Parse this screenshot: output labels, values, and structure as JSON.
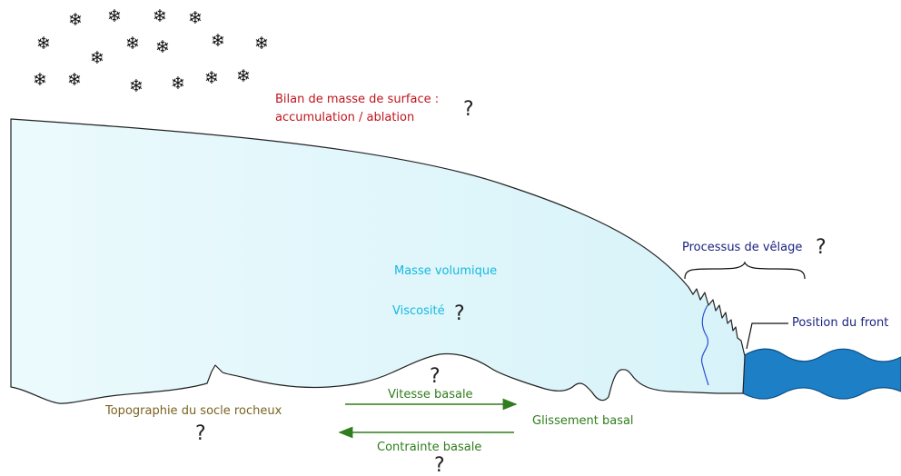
{
  "labels": {
    "surface_mass_balance_line1": "Bilan de masse de surface :",
    "surface_mass_balance_line2": "accumulation / ablation",
    "calving": "Processus de vêlage",
    "front_position": "Position du front",
    "density": "Masse volumique",
    "viscosity": "Viscosité",
    "bedrock_topography": "Topographie du socle rocheux",
    "basal_velocity": "Vitesse basale",
    "basal_sliding": "Glissement basal",
    "basal_stress": "Contrainte basale"
  },
  "glyphs": {
    "question_mark": "?",
    "snowflake": "❄"
  },
  "colors": {
    "ice_fill": "#e2f7fb",
    "ice_outline": "#222222",
    "water_fill": "#1d7fc6",
    "water_edge": "#0b4f86",
    "crevasse_line": "#2a4fd6",
    "label_red": "#c0141c",
    "label_navy": "#1a237e",
    "label_cyan": "#16b9e0",
    "label_brown": "#7a6320",
    "label_green": "#2f7d1c",
    "arrow_green": "#2f7d1c"
  },
  "icons": {
    "snowflake": "snowflake-icon",
    "question": "question-mark-icon"
  }
}
